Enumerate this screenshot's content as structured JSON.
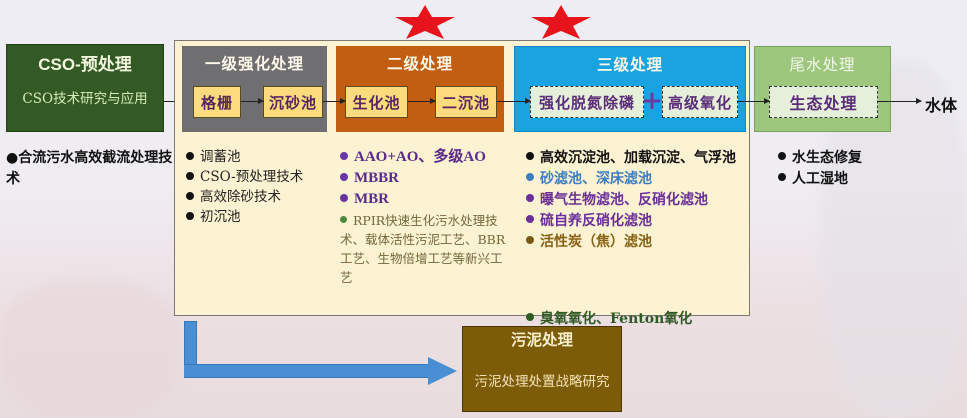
{
  "pretreatment": {
    "title": "CSO-预处理",
    "subtitle": "CSO技术研究与应用",
    "bullets": [
      "合流污水高效截流处理技术"
    ]
  },
  "stages": [
    {
      "id": "primary",
      "title": "一级强化处理",
      "color": "#6f6f72",
      "units": [
        "格栅",
        "沉砂池"
      ],
      "bullets": [
        "调蓄池",
        "CSO-预处理技术",
        "高效除砂技术",
        "初沉池"
      ]
    },
    {
      "id": "secondary",
      "title": "二级处理",
      "color": "#c25e12",
      "highlighted": true,
      "units": [
        "生化池",
        "二沉池"
      ],
      "bullets_main": [
        "AAO+AO、多级AO",
        "MBBR",
        "MBR"
      ],
      "bullets_emerging": [
        "RPIR快速生化污水处理技术、载体活性污泥工艺、BBR工艺、生物倍增工艺等新兴工艺"
      ]
    },
    {
      "id": "tertiary",
      "title": "三级处理",
      "color": "#1aa3e1",
      "highlighted": true,
      "units": [
        "强化脱氮除磷",
        "高级氧化"
      ],
      "joiner": "+",
      "bullets": [
        {
          "text": "高效沉淀池、加载沉淀、气浮池",
          "color": "#111111"
        },
        {
          "text": "砂滤池、深床滤池",
          "color": "#3c7ec2"
        },
        {
          "text": "曝气生物滤池、反硝化滤池",
          "color": "#6b2f98"
        },
        {
          "text": "硫自养反硝化滤池",
          "color": "#6b2f98"
        },
        {
          "text": "活性炭（焦）滤池",
          "color": "#876115"
        }
      ],
      "bullets_oxidation": [
        "臭氧氧化、Fenton氧化"
      ]
    },
    {
      "id": "tailwater",
      "title": "尾水处理",
      "color": "#9cc77c",
      "units": [
        "生态处理"
      ],
      "bullets": [
        "水生态修复",
        "人工湿地"
      ]
    }
  ],
  "outlet": "水体",
  "sludge": {
    "title": "污泥处理",
    "subtitle": "污泥处理处置战略研究"
  },
  "markers": {
    "star_color": "#e8141c",
    "count": 2
  }
}
